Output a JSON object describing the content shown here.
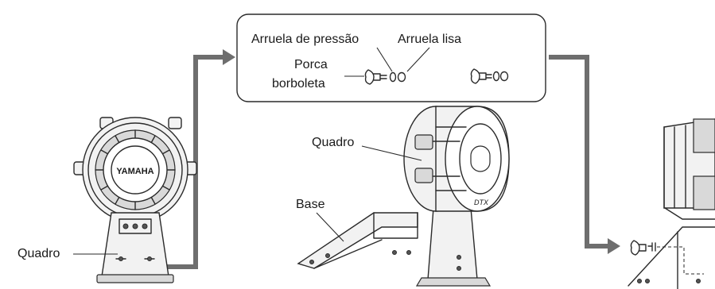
{
  "labels": {
    "lock_washer": "Arruela de pressão",
    "flat_washer": "Arruela lisa",
    "wing_nut_line1": "Porca",
    "wing_nut_line2": "borboleta",
    "frame_left": "Quadro",
    "frame_center": "Quadro",
    "base": "Base"
  },
  "logos": {
    "pad_brand": "YAMAHA",
    "pad_model": "DTX"
  },
  "colors": {
    "arrow": "#6e6e6e",
    "line": "#2a2a2a",
    "callout_border": "#2a2a2a"
  }
}
